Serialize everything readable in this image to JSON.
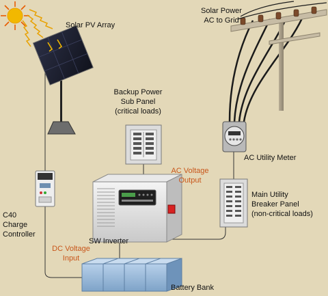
{
  "labels": {
    "solar_pv_array": "Solar PV Array",
    "solar_power_line1": "Solar Power",
    "solar_power_line2": "AC to Grid",
    "backup_line1": "Backup Power",
    "backup_line2": "Sub Panel",
    "backup_line3": "(critical loads)",
    "ac_voltage_line1": "AC Voltage",
    "ac_voltage_line2": "Output",
    "ac_utility_meter": "AC Utility Meter",
    "main_panel_line1": "Main Utility",
    "main_panel_line2": "Breaker Panel",
    "main_panel_line3": "(non-critical loads)",
    "c40_line1": "C40",
    "c40_line2": "Charge",
    "c40_line3": "Controller",
    "sw_inverter": "SW Inverter",
    "dc_voltage_line1": "DC Voltage",
    "dc_voltage_line2": "Input",
    "battery_bank": "Battery Bank"
  },
  "colors": {
    "background": "#e3d8b8",
    "accent_label": "#c8561a",
    "wire": "#333333",
    "sun": "#f2b800",
    "battery": "#8fb3d6"
  }
}
